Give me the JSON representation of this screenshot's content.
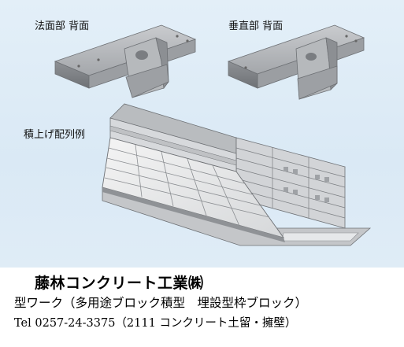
{
  "labels": {
    "slope_back": "法面部 背面",
    "vertical_back": "垂直部 背面",
    "stack_example": "積上げ配列例"
  },
  "footer": {
    "company": "藤林コンクリート工業㈱",
    "products": "型ワーク（多用途ブロック積型　埋設型枠ブロック）",
    "tel": "Tel 0257-24-3375（2111 コンクリート土留・擁壁）"
  },
  "colors": {
    "background": "#dde9f4",
    "concrete": "#a6a9ad",
    "block_face": "#e9eaea"
  }
}
